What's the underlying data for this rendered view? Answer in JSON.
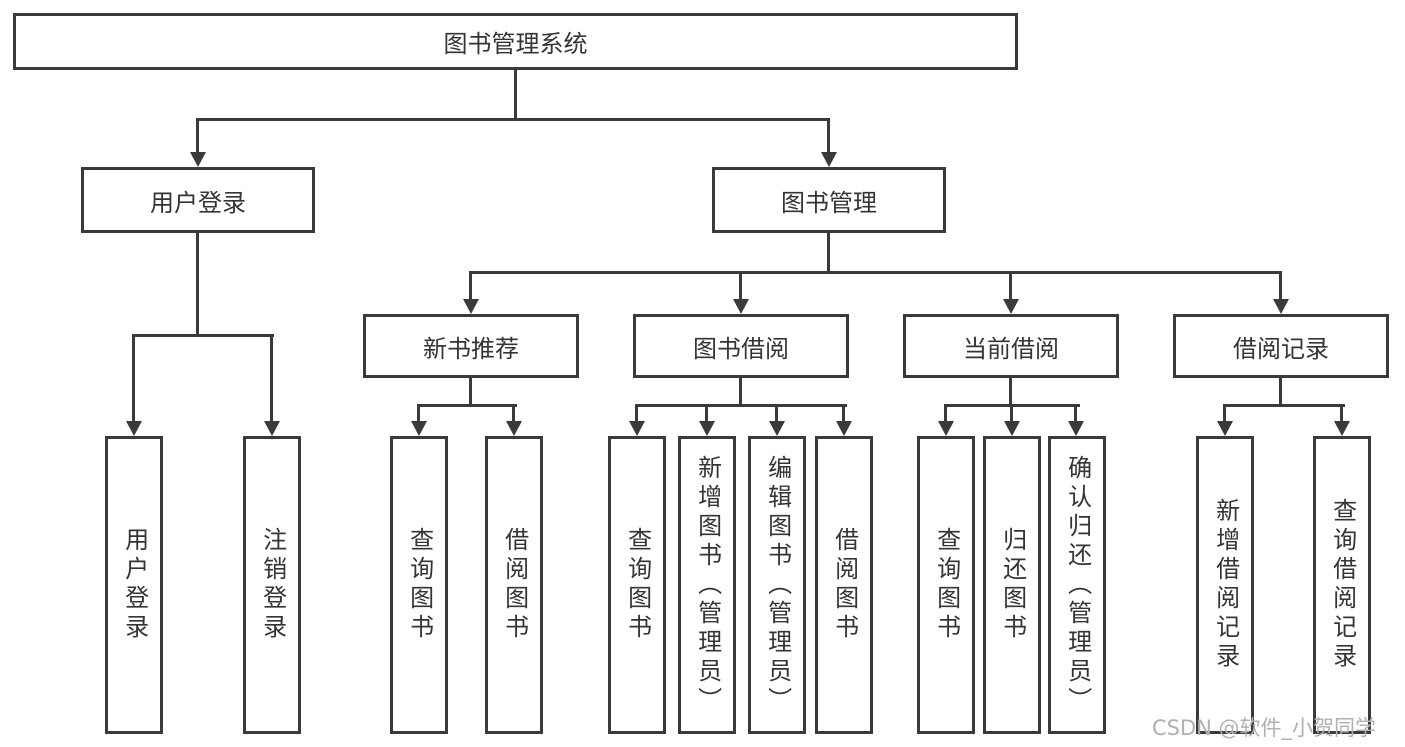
{
  "diagram": {
    "title": "图书管理系统",
    "watermark": "CSDN @软件_小贺同学",
    "colors": {
      "line": "#3a3a3a",
      "text": "#343434",
      "watermark": "#b0b0b0"
    },
    "level2": [
      {
        "label": "用户登录",
        "children": [
          "用户登录",
          "注销登录"
        ]
      },
      {
        "label": "图书管理",
        "children": [
          {
            "label": "新书推荐",
            "children": [
              "查询图书",
              "借阅图书"
            ]
          },
          {
            "label": "图书借阅",
            "children": [
              "查询图书",
              "新增图书（管理员）",
              "编辑图书（管理员）",
              "借阅图书"
            ]
          },
          {
            "label": "当前借阅",
            "children": [
              "查询图书",
              "归还图书",
              "确认归还（管理员）"
            ]
          },
          {
            "label": "借阅记录",
            "children": [
              "新增借阅记录",
              "查询借阅记录"
            ]
          }
        ]
      }
    ]
  }
}
